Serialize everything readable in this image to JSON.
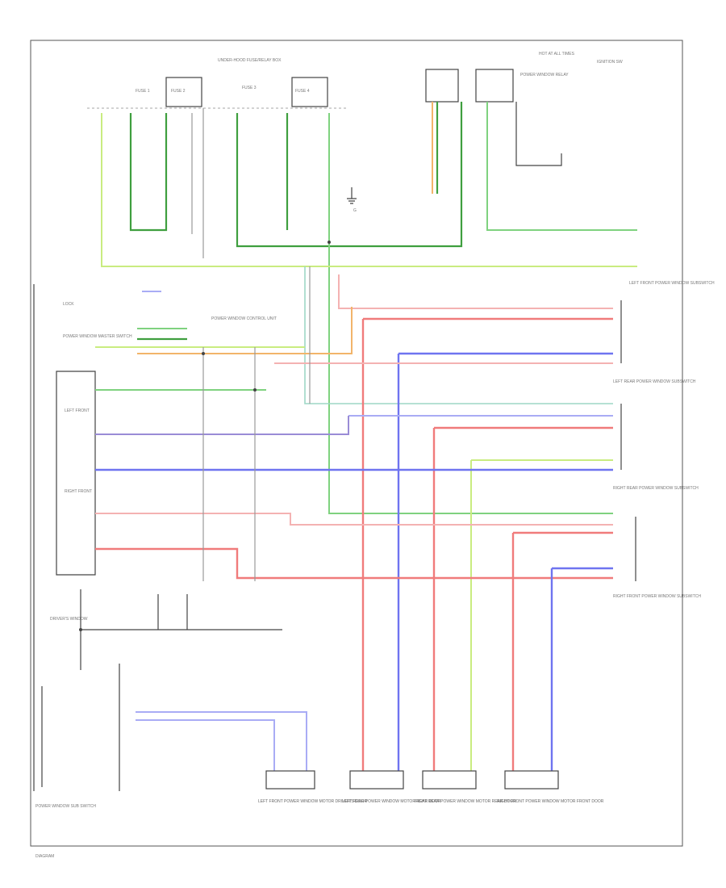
{
  "labels": {
    "fuse_box_top": "UNDER-HOOD FUSE/RELAY BOX",
    "fuse_1": "FUSE 1",
    "fuse_2": "FUSE 2",
    "fuse_3": "FUSE 3",
    "fuse_4": "FUSE 4",
    "power_relay": "POWER WINDOW RELAY",
    "hot_all": "HOT AT ALL TIMES",
    "ignition": "IGNITION SW",
    "ground_g": "G",
    "left_front_switch": "LEFT FRONT",
    "right_front_switch": "RIGHT FRONT",
    "master_switch": "POWER WINDOW MASTER SWITCH",
    "power_window_control": "POWER WINDOW CONTROL UNIT",
    "lock_switch": "LOCK",
    "left_rear_sub": "LEFT REAR POWER WINDOW SUBSWITCH",
    "right_rear_sub": "RIGHT REAR POWER WINDOW SUBSWITCH",
    "right_front_sub": "RIGHT FRONT POWER WINDOW SUBSWITCH",
    "left_front_sub": "LEFT FRONT POWER WINDOW SUBSWITCH",
    "driver_window": "DRIVER'S WINDOW",
    "left_front_motor": "LEFT FRONT POWER WINDOW MOTOR DRIVER'S DOOR",
    "left_rear_motor": "LEFT REAR POWER WINDOW MOTOR REAR DOOR",
    "right_rear_motor": "RIGHT REAR POWER WINDOW MOTOR REAR DOOR",
    "right_front_motor": "RIGHT FRONT POWER WINDOW MOTOR FRONT DOOR",
    "bottom_left": "POWER WINDOW SUB SWITCH",
    "footer_code": "DIAGRAM"
  }
}
